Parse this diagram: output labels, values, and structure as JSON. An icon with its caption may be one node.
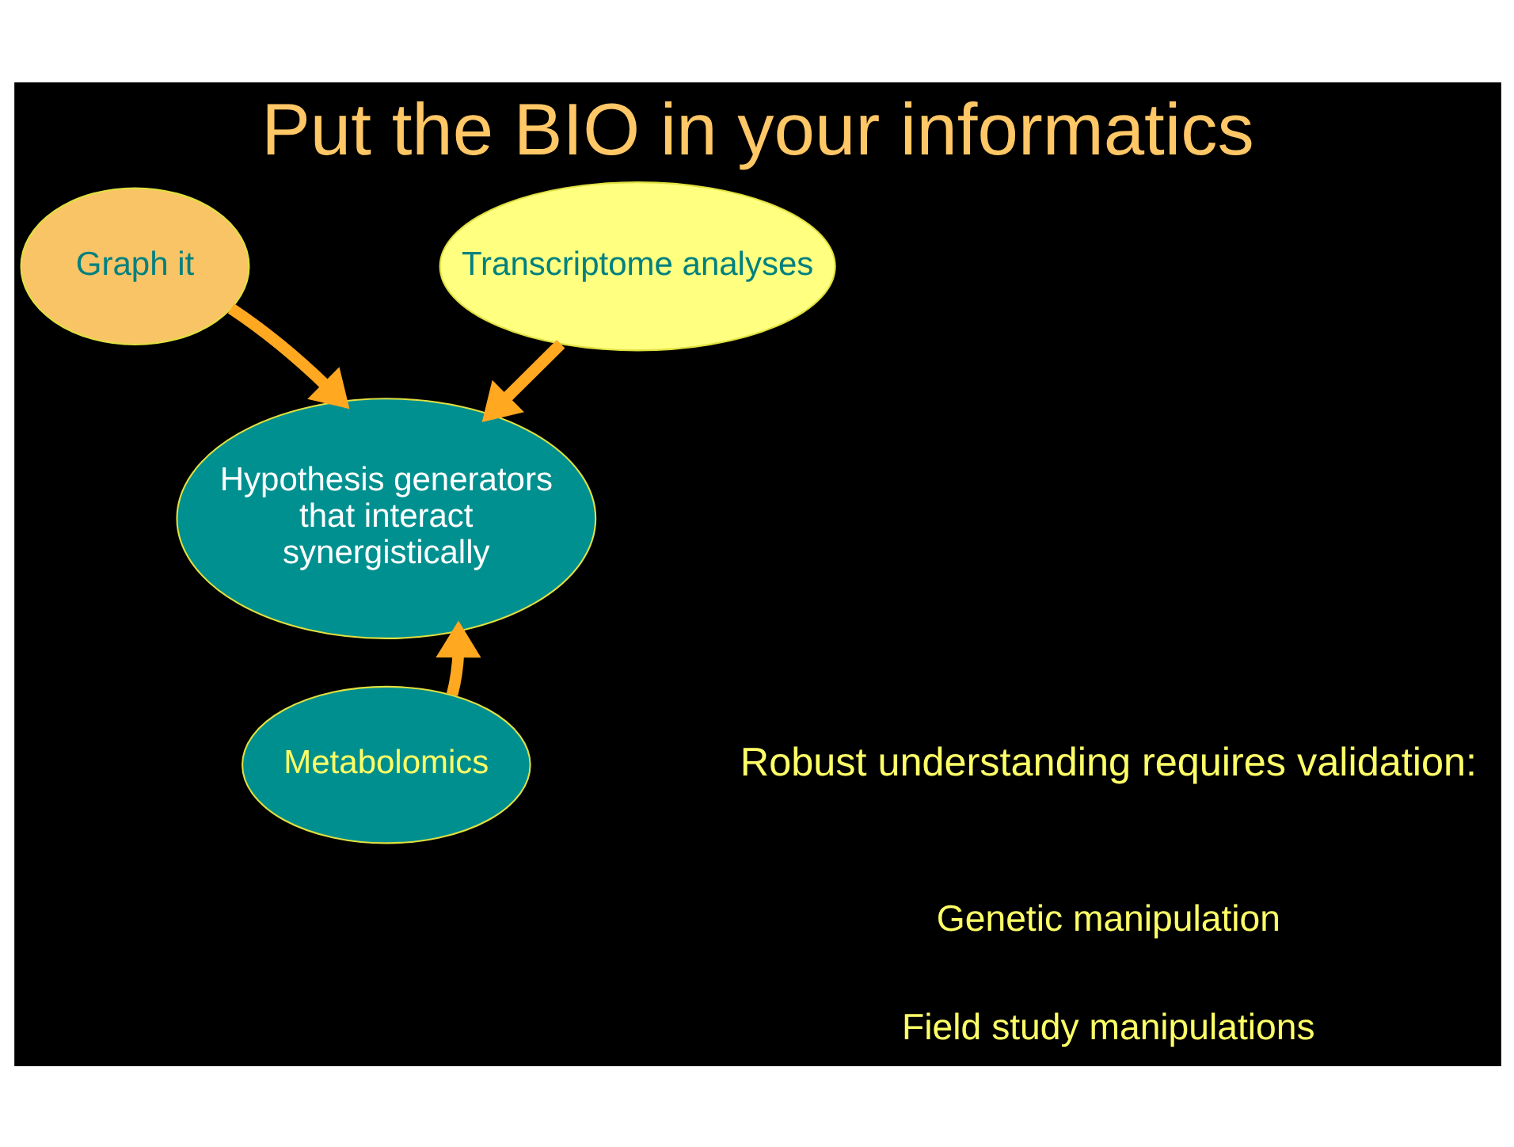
{
  "diagram": {
    "title": "Put the BIO in your informatics",
    "nodes": [
      {
        "text": [
          "Graph it"
        ]
      },
      {
        "text": [
          "Hypothesis generators that interact synergistically"
        ]
      },
      {
        "text": [
          "Transcriptome analyses"
        ]
      },
      {
        "text": [
          "Metabolomics"
        ]
      }
    ],
    "edges": [
      {
        "from": 0,
        "to": 1,
        "arrow": "to"
      },
      {
        "from": 2,
        "to": 1,
        "arrow": "to"
      },
      {
        "from": 3,
        "to": 1,
        "arrow": "to"
      }
    ],
    "labels": [
      "Robust understanding requires validation:",
      "Genetic manipulation",
      "Field study manipulations"
    ]
  }
}
